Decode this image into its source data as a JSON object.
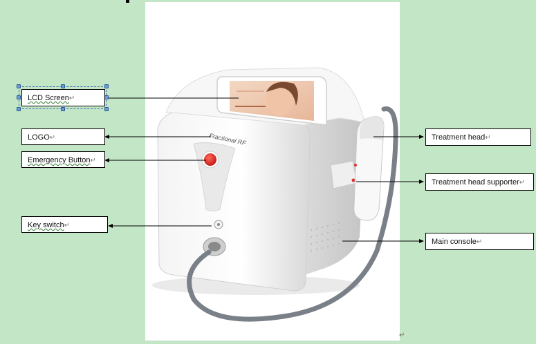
{
  "labels": {
    "lcd_screen": "LCD Screen",
    "logo": "LOGO",
    "emergency_button": "Emergency Button",
    "key_switch": "Key switch",
    "treatment_head": "Treatment head",
    "treatment_head_supporter": "Treatment head supporter",
    "main_console": "Main console"
  },
  "device": {
    "brand_text": "Fractional RF"
  },
  "symbols": {
    "return_mark": "↵"
  },
  "colors": {
    "background": "#c3e6c6",
    "emergency_button": "#e02020",
    "cable": "#707880"
  }
}
